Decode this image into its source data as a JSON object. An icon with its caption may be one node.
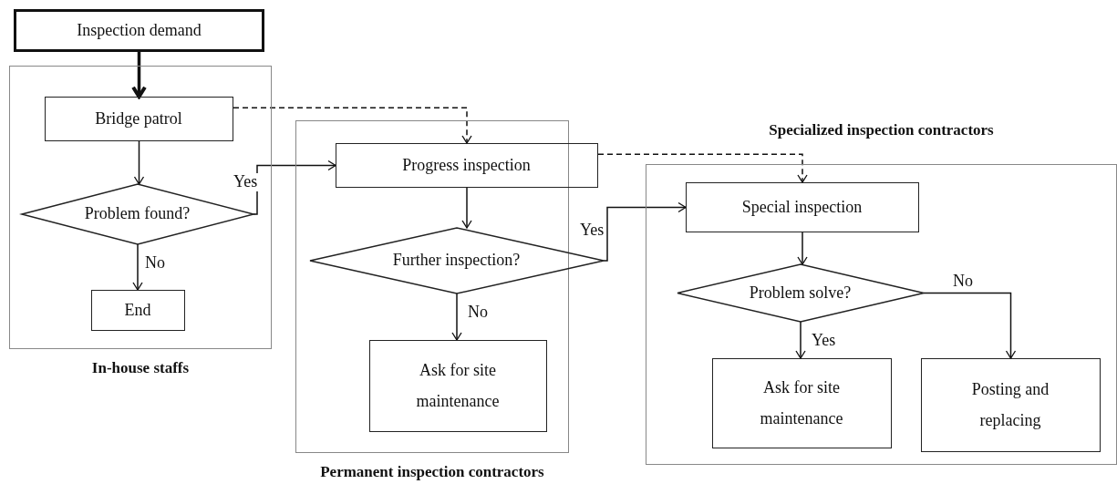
{
  "diagram": {
    "nodes": [
      {
        "text": [
          "Inspection demand"
        ]
      },
      {
        "text": [
          "In-house staffs"
        ]
      },
      {
        "text": [
          "Bridge patrol"
        ],
        "in": 1
      },
      {
        "text": [
          "Problem found?"
        ],
        "in": 1
      },
      {
        "text": [
          "End"
        ],
        "in": 1
      },
      {
        "text": [
          "Permanent inspection contractors"
        ]
      },
      {
        "text": [
          "Progress inspection"
        ],
        "in": 5
      },
      {
        "text": [
          "Further inspection?"
        ],
        "in": 5
      },
      {
        "text": [
          "Ask for site maintenance"
        ],
        "in": 5
      },
      {
        "text": [
          "Specialized inspection contractors"
        ]
      },
      {
        "text": [
          "Special inspection"
        ],
        "in": 9
      },
      {
        "text": [
          "Problem solve?"
        ],
        "in": 9
      },
      {
        "text": [
          "Ask for site maintenance"
        ],
        "in": 9
      },
      {
        "text": [
          "Posting and replacing"
        ],
        "in": 9
      }
    ],
    "edges": [
      {
        "from": 0,
        "to": 2,
        "arrow": "to",
        "style": "thick"
      },
      {
        "from": 2,
        "to": 3,
        "arrow": "to"
      },
      {
        "from": 3,
        "to": 4,
        "arrow": "to",
        "label": "No"
      },
      {
        "from": 3,
        "to": 6,
        "arrow": "to",
        "label": "Yes"
      },
      {
        "from": 2,
        "to": 6,
        "arrow": "to",
        "style": "dashed"
      },
      {
        "from": 6,
        "to": 7,
        "arrow": "to"
      },
      {
        "from": 7,
        "to": 8,
        "arrow": "to",
        "label": "No"
      },
      {
        "from": 7,
        "to": 10,
        "arrow": "to",
        "label": "Yes"
      },
      {
        "from": 6,
        "to": 10,
        "arrow": "to",
        "style": "dashed"
      },
      {
        "from": 10,
        "to": 11,
        "arrow": "to"
      },
      {
        "from": 11,
        "to": 12,
        "arrow": "to",
        "label": "Yes"
      },
      {
        "from": 11,
        "to": 13,
        "arrow": "to",
        "label": "No"
      }
    ]
  }
}
